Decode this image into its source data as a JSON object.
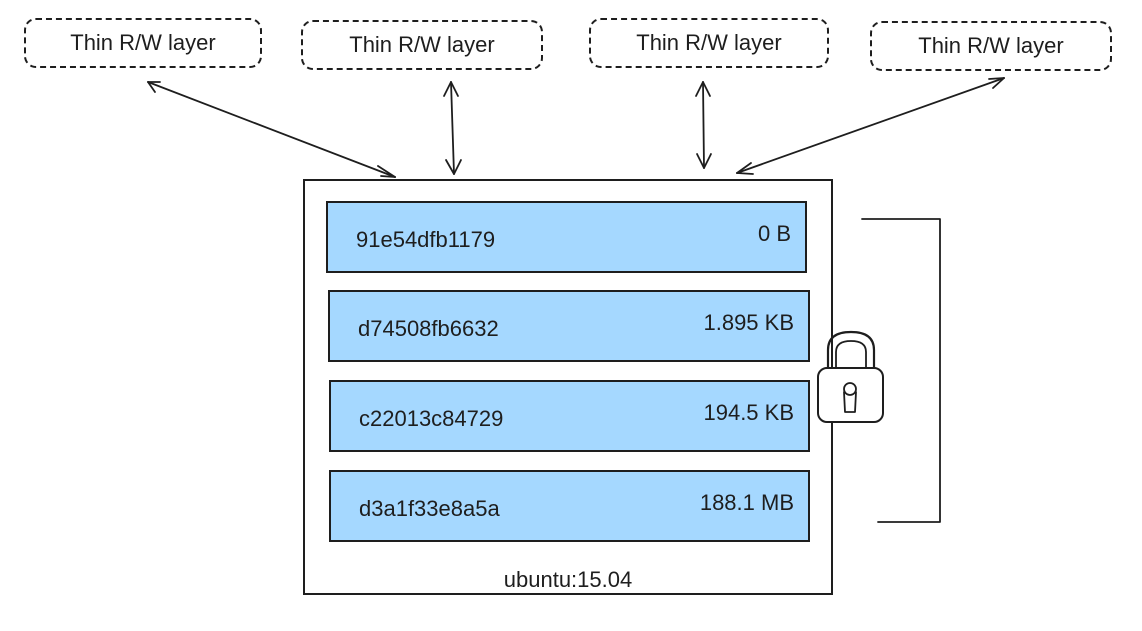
{
  "rw_layers": [
    {
      "label": "Thin R/W layer"
    },
    {
      "label": "Thin R/W layer"
    },
    {
      "label": "Thin R/W layer"
    },
    {
      "label": "Thin R/W layer"
    }
  ],
  "image": {
    "label": "ubuntu:15.04",
    "layers": [
      {
        "id": "91e54dfb1179",
        "size": "0 B"
      },
      {
        "id": "d74508fb6632",
        "size": "1.895 KB"
      },
      {
        "id": "c22013c84729",
        "size": "194.5 KB"
      },
      {
        "id": "d3a1f33e8a5a",
        "size": "188.1 MB"
      }
    ]
  },
  "icons": {
    "lock": "lock-icon"
  }
}
